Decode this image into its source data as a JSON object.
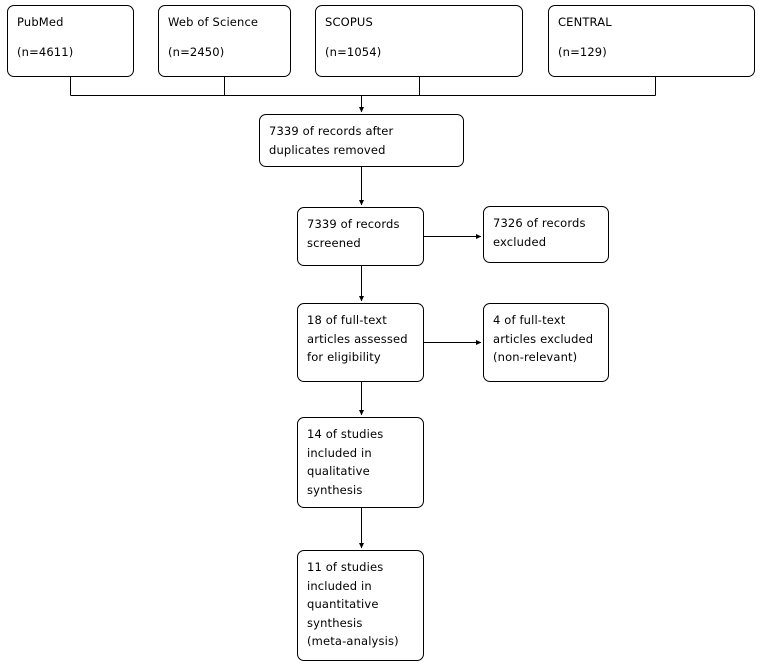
{
  "diagram": {
    "type": "prisma-flow-diagram",
    "title": "PRISMA study selection flow diagram",
    "line_color": "#000000",
    "box_fill": "#ffffff",
    "text_color": "#000000"
  },
  "sources": [
    {
      "id": "pubmed",
      "name": "PubMed",
      "count_label": "(n=4611)",
      "count": 4611
    },
    {
      "id": "wos",
      "name": "Web of Science",
      "count_label": "(n=2450)",
      "count": 2450
    },
    {
      "id": "scopus",
      "name": "SCOPUS",
      "count_label": "(n=1054)",
      "count": 1054
    },
    {
      "id": "central",
      "name": "CENTRAL",
      "count_label": "(n=129)",
      "count": 129
    }
  ],
  "stages": {
    "duplicates": {
      "line1": "7339 of records after",
      "line2": "duplicates removed",
      "count": 7339
    },
    "screened": {
      "line1": "7339 of records",
      "line2": "screened",
      "count": 7339
    },
    "eligibility": {
      "line1": "18 of full-text",
      "line2": "articles assessed",
      "line3": "for eligibility",
      "count": 18
    },
    "qualitative": {
      "line1": "14 of studies",
      "line2": "included in",
      "line3": "qualitative",
      "line4": "synthesis",
      "count": 14
    },
    "quantitative": {
      "line1": "11 of studies",
      "line2": "included in",
      "line3": "quantitative",
      "line4": "synthesis",
      "line5": "(meta-analysis)",
      "count": 11
    }
  },
  "exclusions": {
    "records": {
      "line1": "7326 of records",
      "line2": "excluded",
      "count": 7326
    },
    "fulltext": {
      "line1": "4 of full-text",
      "line2": "articles excluded",
      "line3": "(non-relevant)",
      "count": 4
    }
  }
}
